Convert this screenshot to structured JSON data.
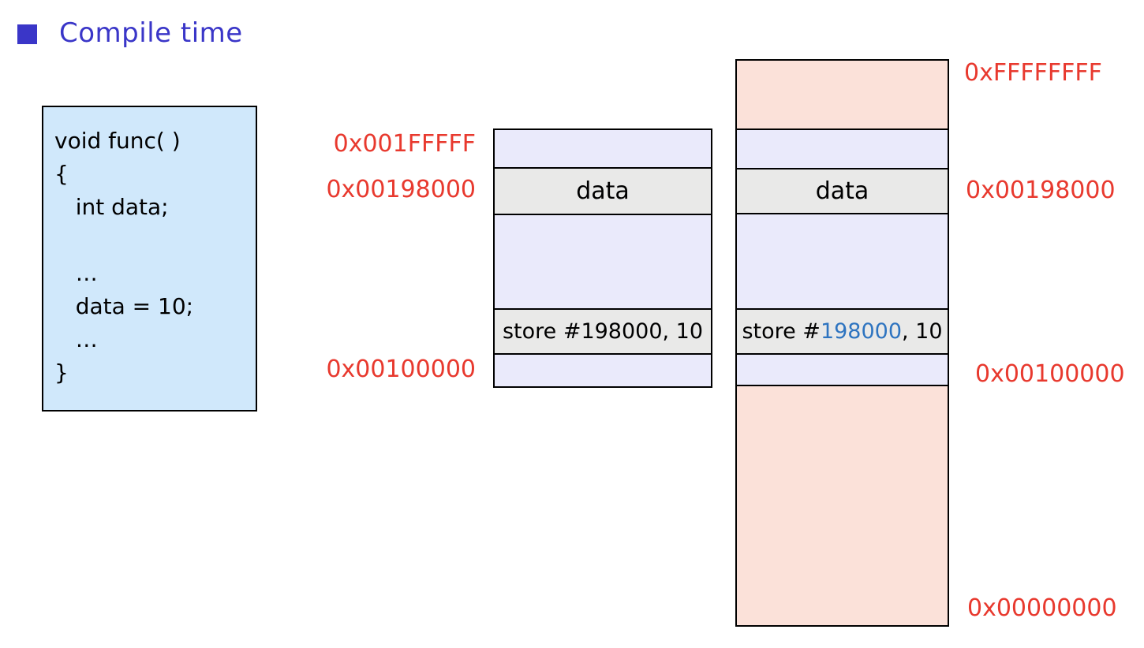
{
  "title": {
    "text": "Compile time"
  },
  "colors": {
    "title_blue": "#3A36C8",
    "address_label_red": "#E8392E",
    "store_operand_blue": "#2E74C0",
    "code_box_background": "#D0E8FB",
    "segment_lavender": "#EAEAFB",
    "segment_gray": "#E9E9E8",
    "segment_peach": "#FBE1D9",
    "border_black": "#000000"
  },
  "code_box": {
    "text": "void func( )\n{\n   int data;\n\n   …\n   data = 10;\n   …\n}"
  },
  "memory_map_left": {
    "segments": [
      {
        "label": ""
      },
      {
        "label": "data"
      },
      {
        "label": ""
      },
      {
        "label": "store #198000, 10"
      },
      {
        "label": ""
      }
    ],
    "labels": {
      "top": "0x001FFFFF",
      "data": "0x00198000",
      "bottom": "0x00100000"
    }
  },
  "memory_map_right": {
    "segments": [
      {
        "label": ""
      },
      {
        "label": ""
      },
      {
        "label": "data"
      },
      {
        "label": ""
      },
      {
        "label": ""
      },
      {
        "label": ""
      },
      {
        "label": ""
      }
    ],
    "store": {
      "prefix": "store #",
      "address": "198000",
      "suffix": ", 10"
    },
    "labels": {
      "top": "0xFFFFFFFF",
      "data": "0x00198000",
      "code_bottom": "0x00100000",
      "bottom": "0x00000000"
    }
  }
}
